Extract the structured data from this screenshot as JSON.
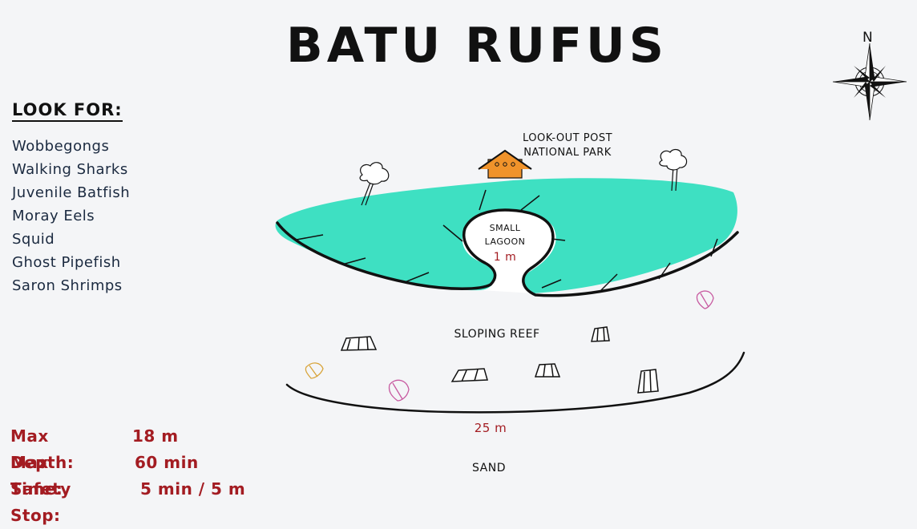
{
  "title": "BATU RUFUS",
  "look_for": {
    "heading": "LOOK FOR:",
    "items": [
      "Wobbegongs",
      "Walking Sharks",
      "Juvenile Batfish",
      "Moray Eels",
      "Squid",
      "Ghost Pipefish",
      "Saron Shrimps"
    ]
  },
  "dive_info": [
    {
      "label": "Max Depth:",
      "value": "18 m"
    },
    {
      "label": "Max Time:",
      "value": "60 min"
    },
    {
      "label": "Safety Stop:",
      "value": "5 min / 5 m"
    }
  ],
  "map_labels": {
    "lookout": "LOOK-OUT POST",
    "park": "NATIONAL PARK",
    "lagoon_line1": "SMALL",
    "lagoon_line2": "LAGOON",
    "lagoon_depth": "1 m",
    "reef": "SLOPING REEF",
    "reef_depth": "25 m",
    "sand": "SAND"
  },
  "compass": {
    "north": "N"
  },
  "colors": {
    "island": "#3ee0c2",
    "hut": "#f0932b",
    "depth_text": "#a31c22"
  }
}
